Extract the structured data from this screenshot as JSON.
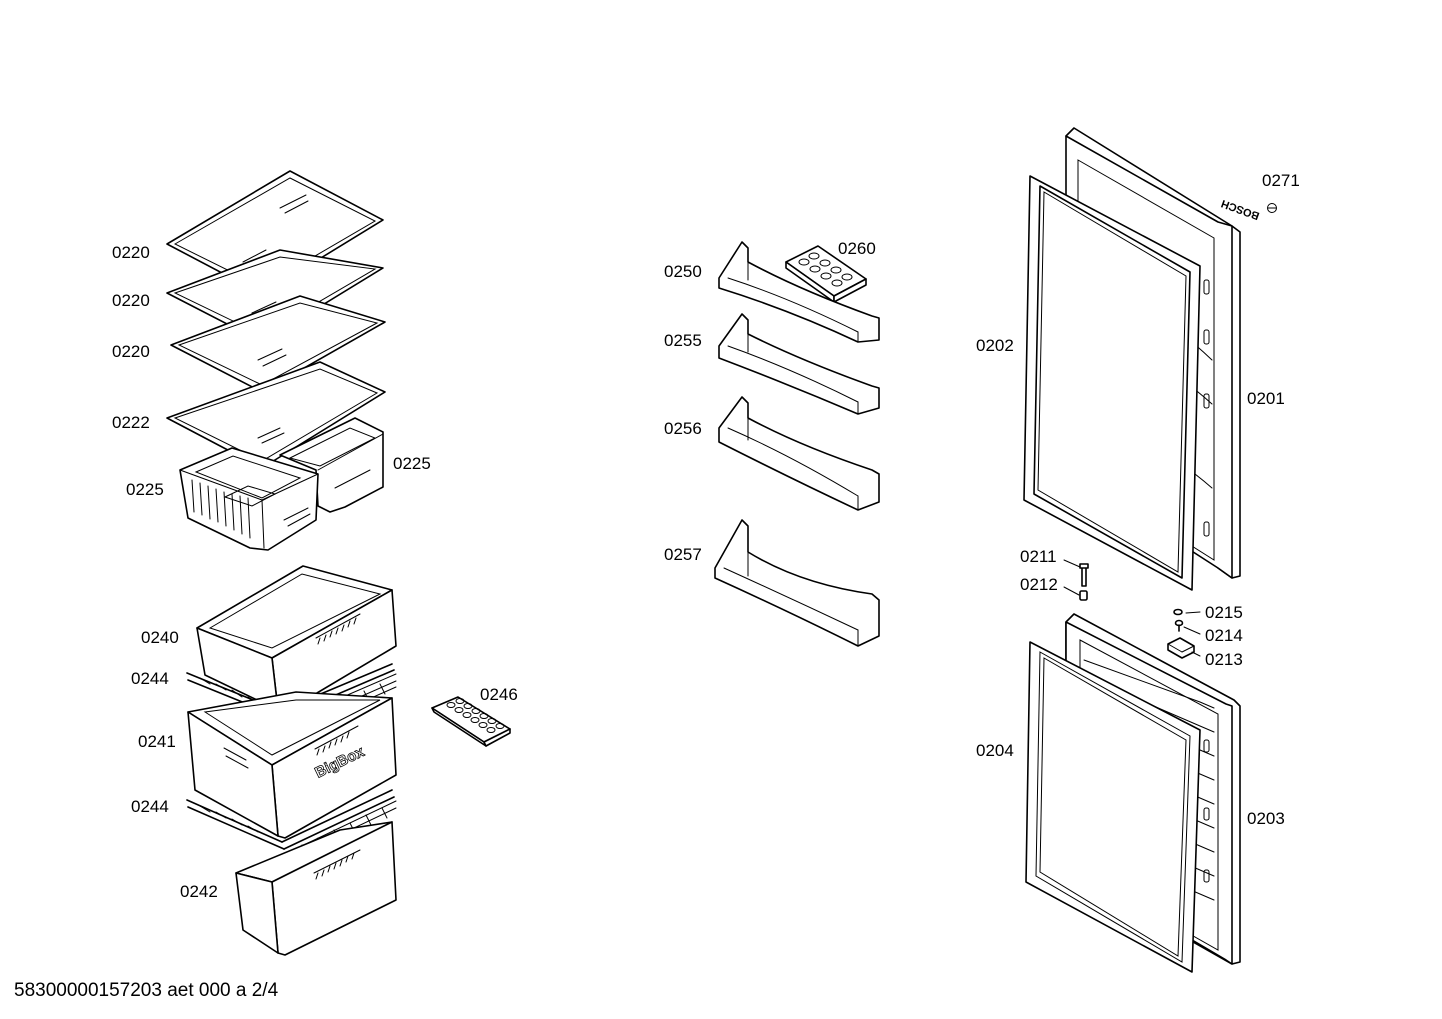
{
  "footer": {
    "document_code": "58300000157203 aet 000 a 2/4"
  },
  "brand": {
    "logo_text": "BOSCH"
  },
  "box_print": {
    "text": "BigBox"
  },
  "callouts": [
    {
      "id": "0220-top",
      "label": "0220"
    },
    {
      "id": "0220-mid",
      "label": "0220"
    },
    {
      "id": "0220-low",
      "label": "0220"
    },
    {
      "id": "0222",
      "label": "0222"
    },
    {
      "id": "0225-left",
      "label": "0225"
    },
    {
      "id": "0225-right",
      "label": "0225"
    },
    {
      "id": "0240",
      "label": "0240"
    },
    {
      "id": "0244-top",
      "label": "0244"
    },
    {
      "id": "0241",
      "label": "0241"
    },
    {
      "id": "0244-bottom",
      "label": "0244"
    },
    {
      "id": "0242",
      "label": "0242"
    },
    {
      "id": "0246",
      "label": "0246"
    },
    {
      "id": "0250",
      "label": "0250"
    },
    {
      "id": "0260",
      "label": "0260"
    },
    {
      "id": "0255",
      "label": "0255"
    },
    {
      "id": "0256",
      "label": "0256"
    },
    {
      "id": "0257",
      "label": "0257"
    },
    {
      "id": "0271",
      "label": "0271"
    },
    {
      "id": "0202",
      "label": "0202"
    },
    {
      "id": "0201",
      "label": "0201"
    },
    {
      "id": "0211",
      "label": "0211"
    },
    {
      "id": "0212",
      "label": "0212"
    },
    {
      "id": "0215",
      "label": "0215"
    },
    {
      "id": "0214",
      "label": "0214"
    },
    {
      "id": "0213",
      "label": "0213"
    },
    {
      "id": "0204",
      "label": "0204"
    },
    {
      "id": "0203",
      "label": "0203"
    }
  ]
}
